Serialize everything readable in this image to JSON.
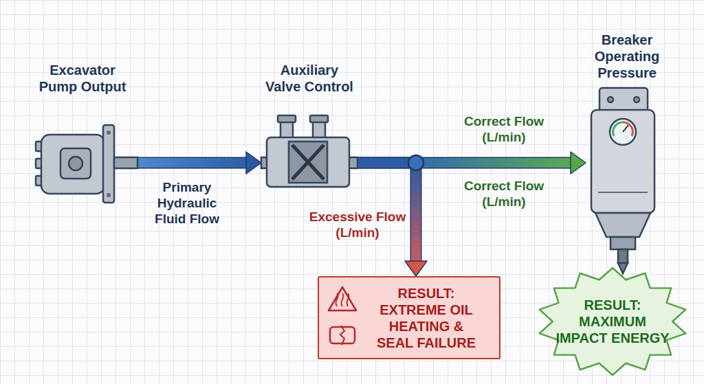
{
  "diagram": {
    "nodes": [
      {
        "text": [
          "Excavator Pump Output"
        ]
      },
      {
        "text": [
          "Auxiliary Valve Control"
        ]
      },
      {
        "text": [
          "Breaker Operating Pressure"
        ]
      },
      {
        "text": [
          "RESULT: EXTREME OIL HEATING & SEAL FAILURE"
        ]
      },
      {
        "text": [
          "RESULT: MAXIMUM IMPACT ENERGY"
        ]
      }
    ],
    "edges": [
      {
        "from": 0,
        "to": 1,
        "arrow": "to",
        "label": "Primary Hydraulic Fluid Flow"
      },
      {
        "from": 1,
        "to": 2,
        "arrow": "to",
        "label": "Correct Flow (L/min)"
      },
      {
        "from": 1,
        "to": 3,
        "arrow": "to",
        "label": "Excessive Flow (L/min)"
      }
    ],
    "labels": [
      "Correct Flow (L/min)"
    ]
  }
}
